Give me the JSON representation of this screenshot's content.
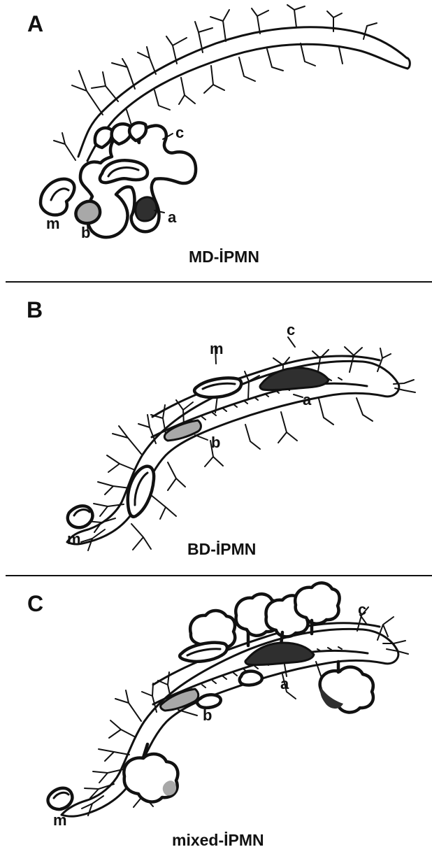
{
  "panels": [
    {
      "letter": "A",
      "caption": "MD-İPMN",
      "labels": {
        "a": "a",
        "b": "b",
        "c": "c",
        "m": "m"
      }
    },
    {
      "letter": "B",
      "caption": "BD-İPMN",
      "labels": {
        "a": "a",
        "b": "b",
        "c": "c",
        "m": "m",
        "m2": "m"
      }
    },
    {
      "letter": "C",
      "caption": "mixed-İPMN",
      "labels": {
        "a": "a",
        "b": "b",
        "c": "c",
        "m": "m"
      }
    }
  ]
}
